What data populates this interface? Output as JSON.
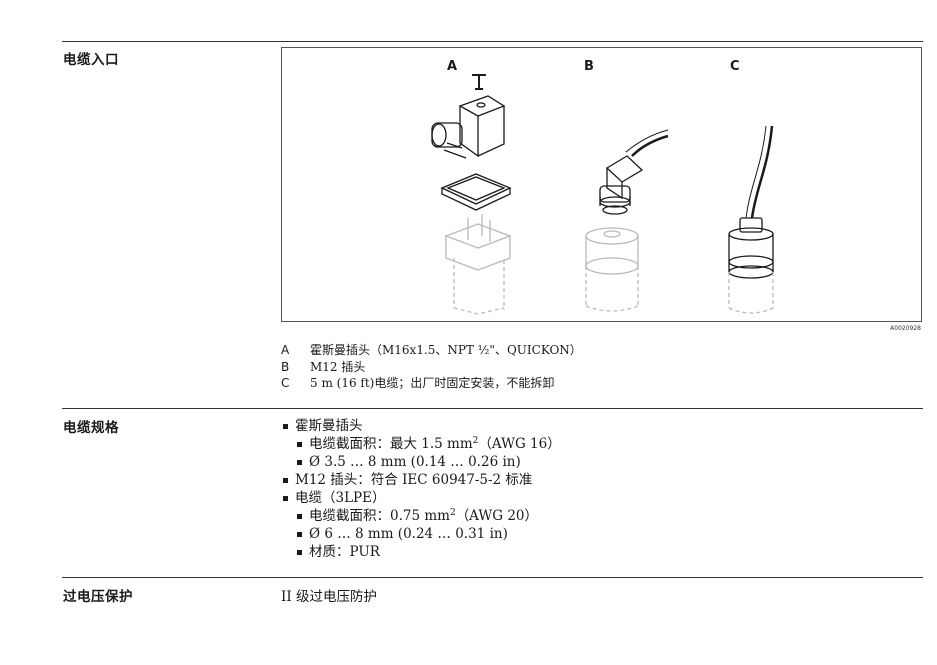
{
  "sections": {
    "cable_entry": {
      "heading": "电缆入口"
    },
    "cable_spec": {
      "heading": "电缆规格"
    },
    "overvoltage": {
      "heading": "过电压保护",
      "text": "II 级过电压防护"
    }
  },
  "figure": {
    "labels": {
      "a": "A",
      "b": "B",
      "c": "C"
    },
    "figure_id": "A0020928"
  },
  "legend": [
    {
      "key": "A",
      "text": "霍斯曼插头（M16x1.5、NPT ½\"、QUICKON）"
    },
    {
      "key": "B",
      "text": "M12 插头"
    },
    {
      "key": "C",
      "text": "5 m (16 ft)电缆；出厂时固定安装，不能拆卸"
    }
  ],
  "spec": {
    "hirschmann": {
      "title": "霍斯曼插头",
      "cross_section_prefix": "电缆截面积：最大 1.5 mm",
      "cross_section_sup": "2",
      "cross_section_suffix": "（AWG 16）",
      "diameter": "Ø 3.5 … 8 mm (0.14 … 0.26 in)"
    },
    "m12": {
      "title": "M12 插头：符合 IEC 60947-5-2 标准"
    },
    "cable": {
      "title": "电缆（3LPE）",
      "cross_section_prefix": "电缆截面积：0.75 mm",
      "cross_section_sup": "2",
      "cross_section_suffix": "（AWG 20）",
      "diameter": "Ø 6 … 8 mm (0.24 … 0.31 in)",
      "material": "材质：PUR"
    }
  }
}
